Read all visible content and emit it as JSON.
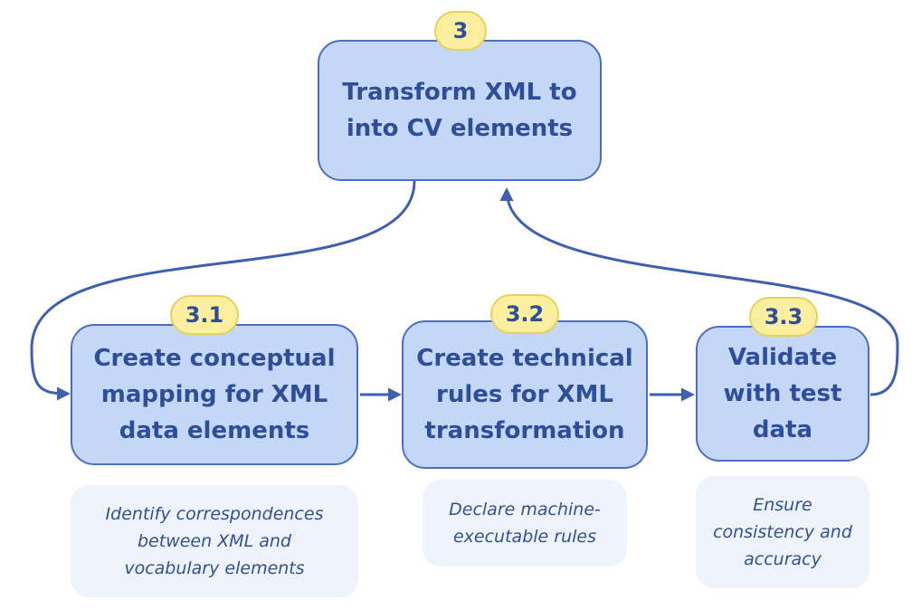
{
  "colors": {
    "box_fill": "#c5d7f7",
    "box_border": "#4a6fc0",
    "text": "#2f4e9a",
    "badge_fill": "#fbef9f",
    "note_fill": "#eef3fd",
    "edge": "#3f5fb0"
  },
  "main": {
    "badge": "3",
    "title": "Transform XML to\ninto CV elements"
  },
  "steps": [
    {
      "badge": "3.1",
      "title": "Create conceptual\nmapping for XML\ndata elements",
      "note": "Identify correspondences\nbetween XML and\nvocabulary elements"
    },
    {
      "badge": "3.2",
      "title": "Create technical\nrules for XML\ntransformation",
      "note": "Declare machine-\nexecutable rules"
    },
    {
      "badge": "3.3",
      "title": "Validate\nwith test\ndata",
      "note": "Ensure\nconsistency and\naccuracy"
    }
  ]
}
